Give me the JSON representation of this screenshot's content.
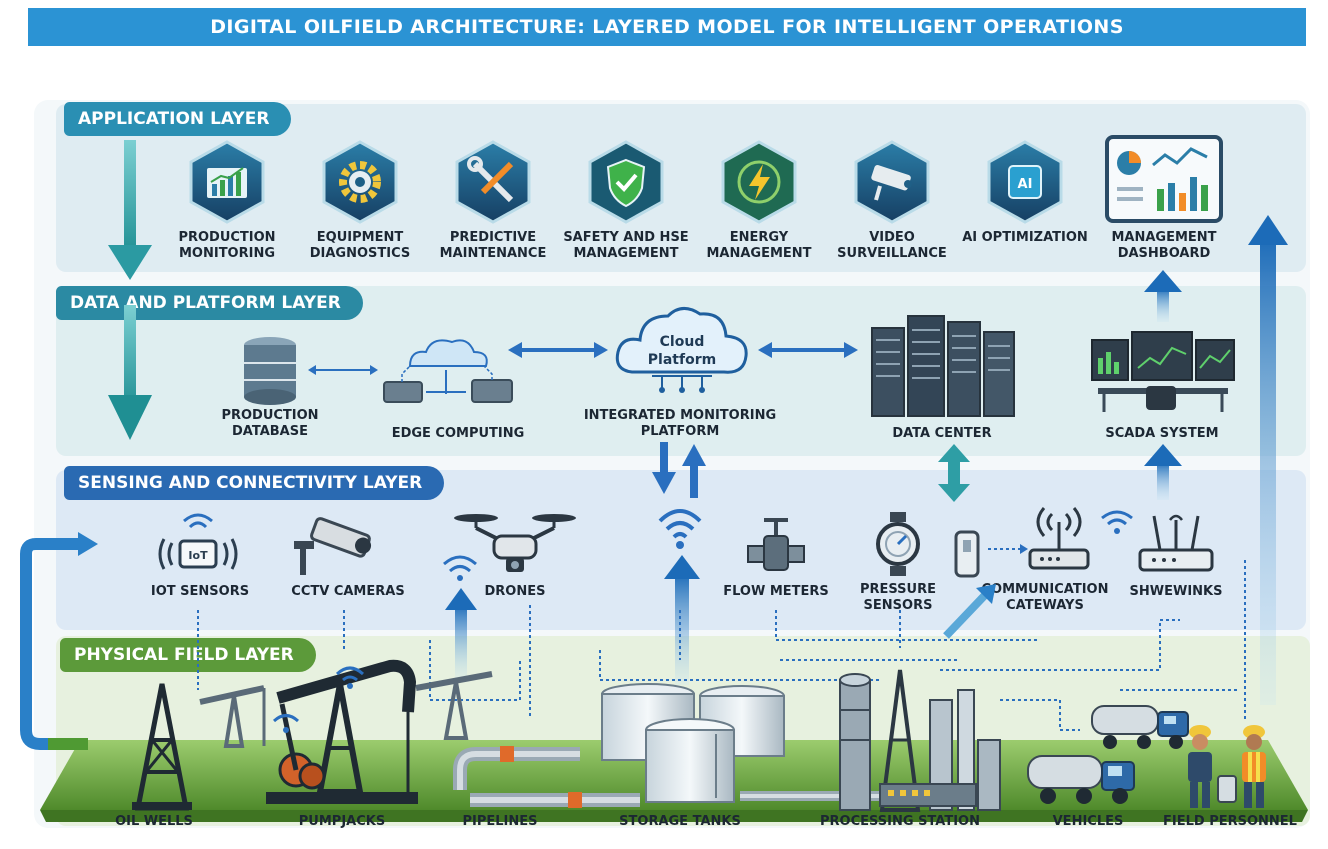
{
  "title": "DIGITAL OILFIELD ARCHITECTURE: LAYERED MODEL FOR INTELLIGENT OPERATIONS",
  "layers": {
    "application": {
      "title": "APPLICATION LAYER",
      "items": [
        {
          "label": "PRODUCTION\nMONITORING",
          "icon": "chart-icon"
        },
        {
          "label": "EQUIPMENT\nDIAGNOSTICS",
          "icon": "gear-icon"
        },
        {
          "label": "PREDICTIVE\nMAINTENANCE",
          "icon": "tools-icon"
        },
        {
          "label": "SAFETY AND HSE\nMANAGEMENT",
          "icon": "shield-icon"
        },
        {
          "label": "ENERGY\nMANAGEMENT",
          "icon": "lightning-icon"
        },
        {
          "label": "VIDEO\nSURVEILLANCE",
          "icon": "camera-icon"
        },
        {
          "label": "AI OPTIMIZATION",
          "icon": "ai-chip-icon",
          "chip": "AI"
        },
        {
          "label": "MANAGEMENT\nDASHBOARD",
          "icon": "dashboard-icon"
        }
      ]
    },
    "data": {
      "title": "DATA AND PLATFORM LAYER",
      "items": [
        {
          "label": "PRODUCTION\nDATABASE",
          "icon": "database-icon"
        },
        {
          "label": "EDGE COMPUTING",
          "icon": "edge-computing-icon"
        },
        {
          "label": "INTEGRATED MONITORING\nPLATFORM",
          "icon": "cloud-icon",
          "cloud_text": "Cloud\nPlatform"
        },
        {
          "label": "DATA CENTER",
          "icon": "server-rack-icon"
        },
        {
          "label": "SCADA SYSTEM",
          "icon": "scada-icon"
        }
      ]
    },
    "sensing": {
      "title": "SENSING AND CONNECTIVITY LAYER",
      "items": [
        {
          "label": "IoT SENSORS",
          "icon": "iot-sensor-icon",
          "chip": "IoT"
        },
        {
          "label": "CCTV CAMERAS",
          "icon": "cctv-icon"
        },
        {
          "label": "DRONES",
          "icon": "drone-icon"
        },
        {
          "label": "FLOW METERS",
          "icon": "valve-icon"
        },
        {
          "label": "PRESSURE\nSENSORS",
          "icon": "pressure-gauge-icon"
        },
        {
          "label": "COMMUNICATION\nCATEWAYS",
          "icon": "router-icon"
        },
        {
          "label": "SHWEWINKS",
          "icon": "switch-icon"
        }
      ]
    },
    "physical": {
      "title": "PHYSICAL FIELD LAYER",
      "items": [
        {
          "label": "OIL WELLS",
          "icon": "derrick-icon"
        },
        {
          "label": "PUMPJACKS",
          "icon": "pumpjack-icon"
        },
        {
          "label": "PIPELINES",
          "icon": "pipeline-icon"
        },
        {
          "label": "STORAGE TANKS",
          "icon": "tank-icon"
        },
        {
          "label": "PROCESSING STATION",
          "icon": "refinery-icon"
        },
        {
          "label": "VEHICLES",
          "icon": "truck-icon"
        },
        {
          "label": "FIELD PERSONNEL",
          "icon": "worker-icon"
        }
      ]
    }
  },
  "colors": {
    "banner": "#2b93d4",
    "hex_fill": "#1f5f86",
    "teal_arrow": "#2e9ea5",
    "blue_arrow": "#2a6fbf",
    "ground": "#7fb552",
    "label_text": "#1c2733"
  }
}
